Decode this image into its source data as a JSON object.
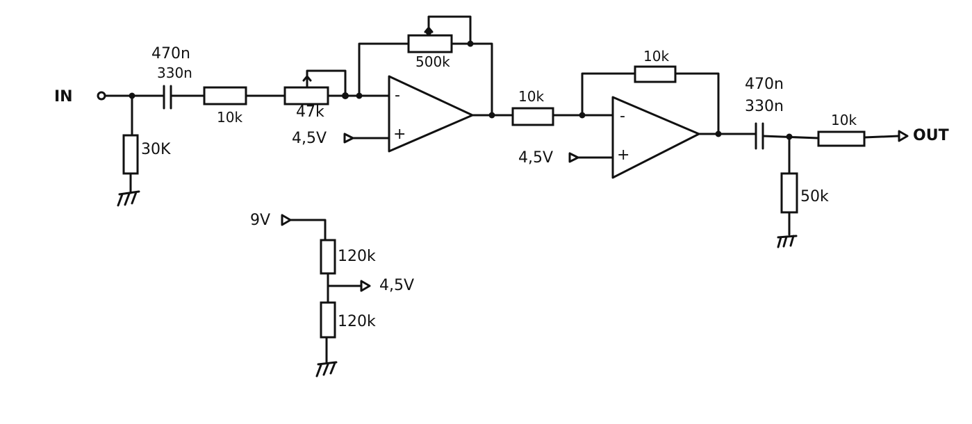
{
  "input_label": "IN",
  "output_label": "OUT",
  "supply_label": "9V",
  "input_cap": {
    "top": "470n",
    "bottom": "330n"
  },
  "output_cap": {
    "top": "470n",
    "bottom": "330n"
  },
  "resistors": {
    "input_shunt": "30K",
    "input_series": "10k",
    "pot_input": "47k",
    "pot_feedback": "500k",
    "stage2_input": "10k",
    "stage2_feedback": "10k",
    "output_series": "10k",
    "output_shunt": "50k",
    "divider_top": "120k",
    "divider_bottom": "120k"
  },
  "bias_labels": {
    "opamp1": "4,5V",
    "opamp2": "4,5V",
    "divider_out": "4,5V"
  },
  "opamp_signs": {
    "minus": "-",
    "plus": "+"
  }
}
